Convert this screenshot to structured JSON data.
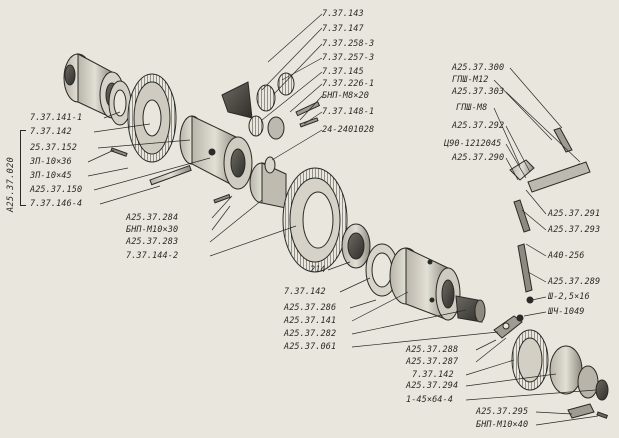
{
  "assembly_code": "A25.37.020",
  "labels": [
    {
      "id": "l1",
      "text": "7.37.143"
    },
    {
      "id": "l2",
      "text": "7.37.147"
    },
    {
      "id": "l3",
      "text": "7.37.258-3"
    },
    {
      "id": "l4",
      "text": "7.37.257-3"
    },
    {
      "id": "l5",
      "text": "7.37.145"
    },
    {
      "id": "l6",
      "text": "7.37.226-1"
    },
    {
      "id": "l7",
      "text": "БНП-М8×20"
    },
    {
      "id": "l8",
      "text": "7.37.148-1"
    },
    {
      "id": "l9",
      "text": "24-2401028"
    },
    {
      "id": "l10",
      "text": "7.37.141-1"
    },
    {
      "id": "l11",
      "text": "7.37.142"
    },
    {
      "id": "l12",
      "text": "25.37.152"
    },
    {
      "id": "l13",
      "text": "ЗП-10×36"
    },
    {
      "id": "l14",
      "text": "ЗП-10×45"
    },
    {
      "id": "l15",
      "text": "А25.37.150"
    },
    {
      "id": "l16",
      "text": "7.37.146-4"
    },
    {
      "id": "l17",
      "text": "А25.37.284"
    },
    {
      "id": "l18",
      "text": "БНП-М10×30"
    },
    {
      "id": "l19",
      "text": "А25.37.283"
    },
    {
      "id": "l20",
      "text": "7.37.144-2"
    },
    {
      "id": "l21",
      "text": "214"
    },
    {
      "id": "l22",
      "text": "7.37.142"
    },
    {
      "id": "l23",
      "text": "А25.37.286"
    },
    {
      "id": "l24",
      "text": "А25.37.141"
    },
    {
      "id": "l25",
      "text": "А25.37.282"
    },
    {
      "id": "l26",
      "text": "А25.37.061"
    },
    {
      "id": "l27",
      "text": "А25.37.300"
    },
    {
      "id": "l28",
      "text": "ГПШ-М12"
    },
    {
      "id": "l29",
      "text": "А25.37.303"
    },
    {
      "id": "l30",
      "text": "ГПШ-М8"
    },
    {
      "id": "l31",
      "text": "А25.37.292"
    },
    {
      "id": "l32",
      "text": "Ц90-1212045"
    },
    {
      "id": "l33",
      "text": "А25.37.290"
    },
    {
      "id": "l34",
      "text": "А25.37.291"
    },
    {
      "id": "l35",
      "text": "А25.37.293"
    },
    {
      "id": "l36",
      "text": "А40-256"
    },
    {
      "id": "l37",
      "text": "А25.37.289"
    },
    {
      "id": "l38",
      "text": "Ш-2,5×16"
    },
    {
      "id": "l39",
      "text": "ШЧ-1049"
    },
    {
      "id": "l40",
      "text": "А25.37.288"
    },
    {
      "id": "l41",
      "text": "А25.37.287"
    },
    {
      "id": "l42",
      "text": "7.37.142"
    },
    {
      "id": "l43",
      "text": "А25.37.294"
    },
    {
      "id": "l44",
      "text": "1-45×64-4"
    },
    {
      "id": "l45",
      "text": "А25.37.295"
    },
    {
      "id": "l46",
      "text": "БНП-М10×40"
    }
  ]
}
